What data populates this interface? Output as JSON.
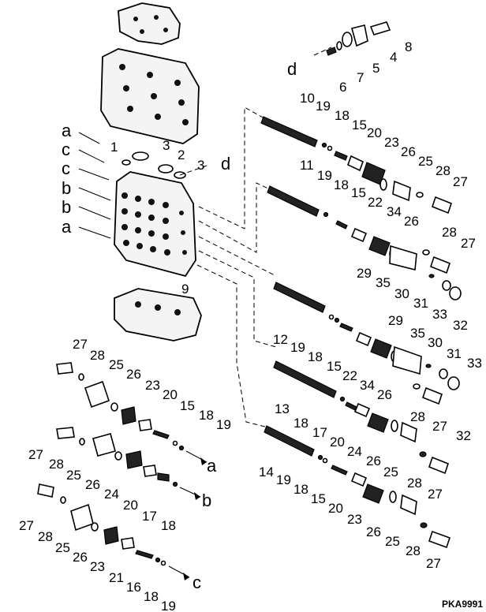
{
  "diagram": {
    "drawing_code": "PKA9991",
    "connectors": {
      "a": "a",
      "b": "b",
      "c": "c",
      "d": "d"
    },
    "parts": {
      "p1": "1",
      "p2": "2",
      "p3": "3",
      "p4": "4",
      "p5": "5",
      "p6": "6",
      "p7": "7",
      "p8": "8",
      "p9": "9",
      "p10": "10",
      "p11": "11",
      "p12": "12",
      "p13": "13",
      "p14": "14",
      "p15": "15",
      "p16": "16",
      "p17": "17",
      "p18": "18",
      "p19": "19",
      "p20": "20",
      "p21": "21",
      "p22": "22",
      "p23": "23",
      "p24": "24",
      "p25": "25",
      "p26": "26",
      "p27": "27",
      "p28": "28",
      "p29": "29",
      "p30": "30",
      "p31": "31",
      "p32": "32",
      "p33": "33",
      "p34": "34",
      "p35": "35"
    }
  }
}
